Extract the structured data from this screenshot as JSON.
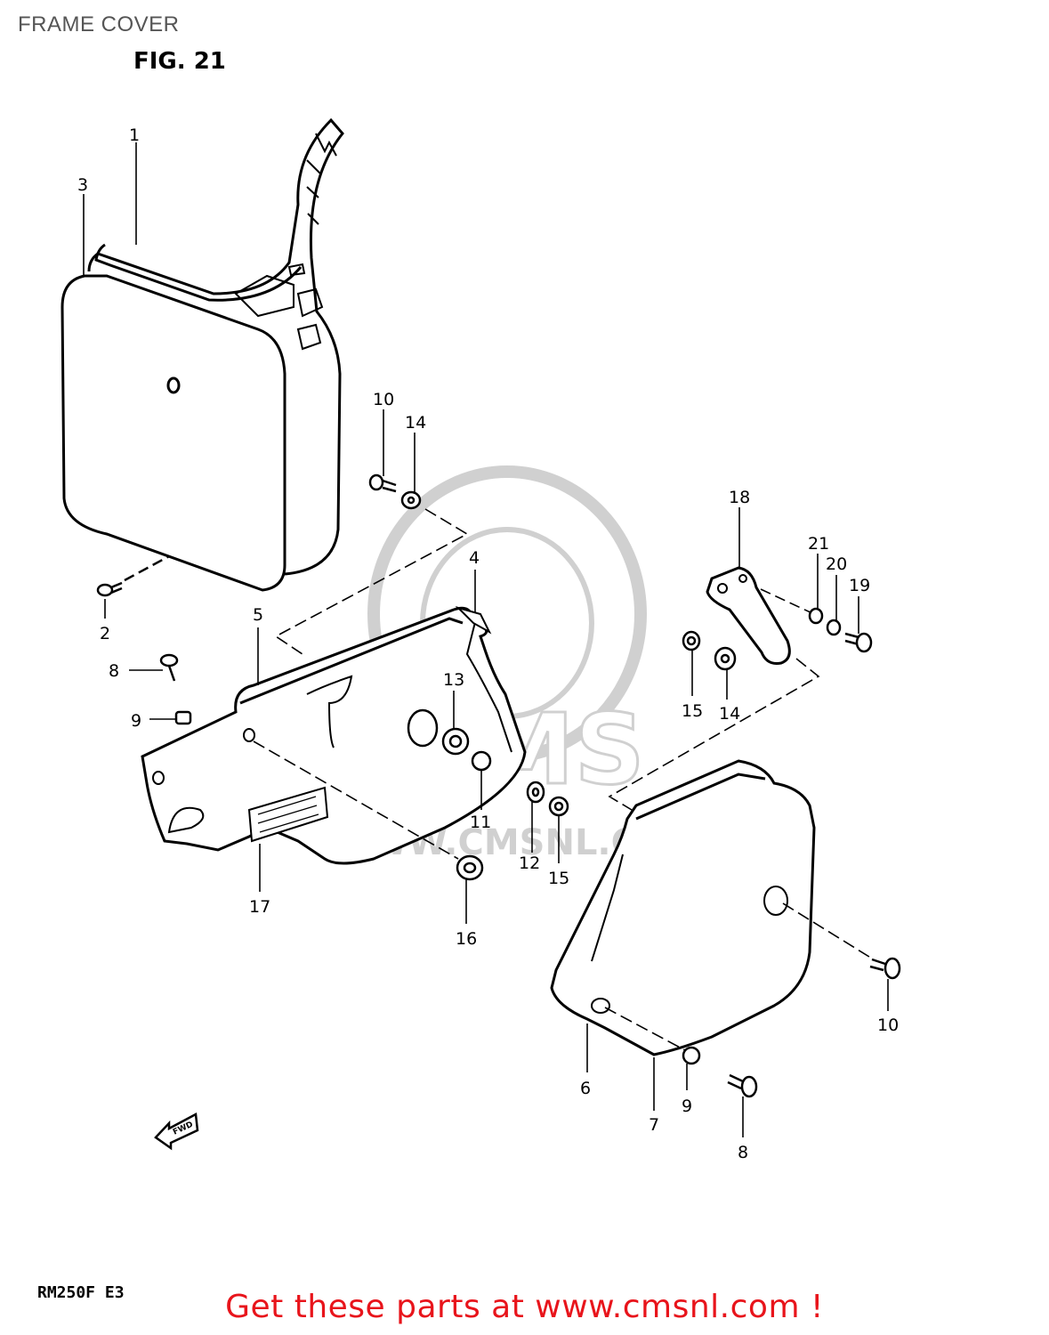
{
  "header": {
    "page_title": "FRAME COVER",
    "figure_title": "FIG. 21"
  },
  "watermark": {
    "logo_text": "CMS",
    "site_text": "WWW.CMSNL.COM"
  },
  "diagram": {
    "part_labels": {
      "p1": "1",
      "p2": "2",
      "p3": "3",
      "p4": "4",
      "p5": "5",
      "p6": "6",
      "p7": "7",
      "p8a": "8",
      "p8b": "8",
      "p9a": "9",
      "p9b": "9",
      "p10a": "10",
      "p10b": "10",
      "p11": "11",
      "p12": "12",
      "p13": "13",
      "p14a": "14",
      "p14b": "14",
      "p15a": "15",
      "p15b": "15",
      "p16": "16",
      "p17": "17",
      "p18": "18",
      "p19": "19",
      "p20": "20",
      "p21": "21"
    },
    "fwd_label": "FWD"
  },
  "footer": {
    "model_code": "RM250F E3",
    "call_to_action": "Get these parts at www.cmsnl.com !"
  }
}
